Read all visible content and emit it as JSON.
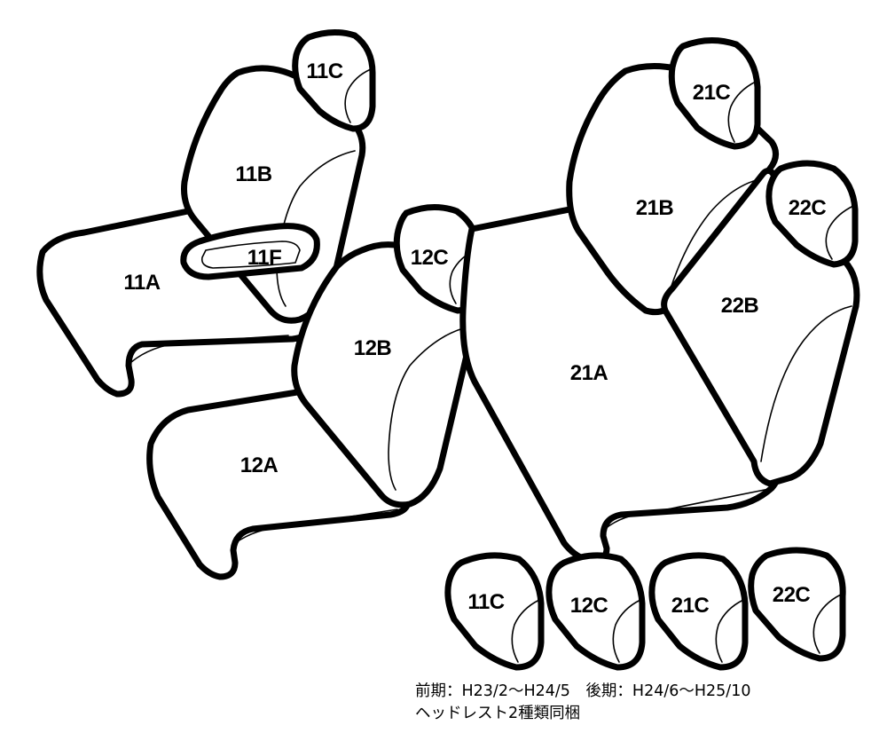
{
  "labels": {
    "p11A": "11A",
    "p11B": "11B",
    "p11C": "11C",
    "p11F": "11F",
    "p12A": "12A",
    "p12B": "12B",
    "p12C": "12C",
    "p21A": "21A",
    "p21B": "21B",
    "p21C": "21C",
    "p22B": "22B",
    "p22C": "22C"
  },
  "spare_headrests": [
    "11C",
    "12C",
    "21C",
    "22C"
  ],
  "notes": {
    "line1": "前期：H23/2〜H24/5　後期：H24/6〜H25/10",
    "line2": "ヘッドレスト2種類同梱"
  }
}
